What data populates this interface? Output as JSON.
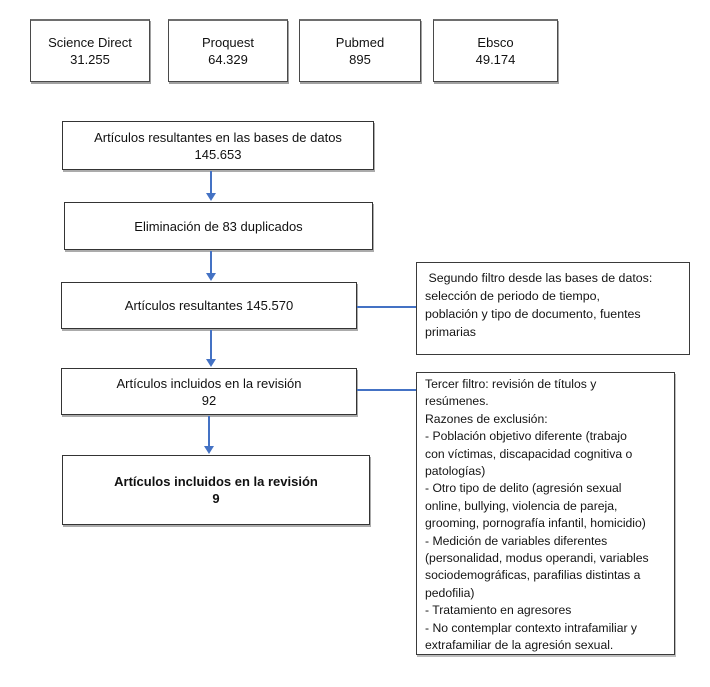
{
  "databases": [
    {
      "name": "Science Direct",
      "count": "31.255"
    },
    {
      "name": "Proquest",
      "count": "64.329"
    },
    {
      "name": "Pubmed",
      "count": "895"
    },
    {
      "name": "Ebsco",
      "count": "49.174"
    }
  ],
  "flow_boxes": [
    {
      "line1": "Artículos resultantes en las bases de datos",
      "line2": "145.653"
    },
    {
      "line1": "Eliminación de 83 duplicados",
      "line2": ""
    },
    {
      "line1": "Artículos resultantes 145.570",
      "line2": ""
    },
    {
      "line1": "Artículos incluidos en la revisión",
      "line2": "92"
    },
    {
      "line1": "Artículos incluidos en la revisión",
      "line2": "9"
    }
  ],
  "side_notes": [
    {
      "text": " Segundo filtro desde las bases de datos:\nselección de periodo de tiempo,\npoblación y tipo de documento, fuentes\nprimarias"
    },
    {
      "text": "Tercer filtro: revisión de títulos y\nresúmenes.\nRazones de exclusión:\n- Población objetivo diferente (trabajo\ncon víctimas, discapacidad cognitiva o\npatologías)\n- Otro tipo de delito (agresión sexual\nonline, bullying, violencia de pareja,\ngrooming, pornografía infantil, homicidio)\n- Medición de variables diferentes\n(personalidad, modus operandi, variables\nsociodemográficas, parafilias distintas a\npedofilia)\n- Tratamiento en agresores\n- No contemplar contexto intrafamiliar y\nextrafamiliar de la agresión sexual."
    }
  ],
  "colors": {
    "arrow_blue": "#4472C4",
    "box_border": "#3a3a3a",
    "shadow_gray": "#9a9a9a"
  }
}
